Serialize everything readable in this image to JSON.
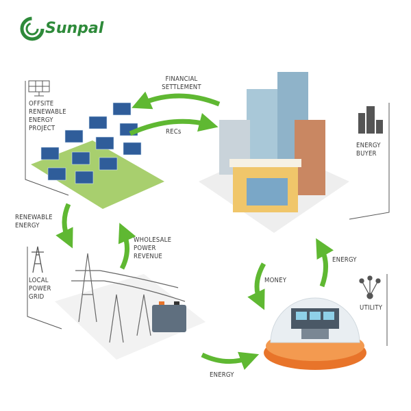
{
  "brand": {
    "name": "Sunpal",
    "color": "#2e8a3a"
  },
  "labels": {
    "financial_settlement": [
      "FINANCIAL",
      "SETTLEMENT"
    ],
    "recs": "RECs",
    "offsite": [
      "OFFSITE",
      "RENEWABLE",
      "ENERGY",
      "PROJECT"
    ],
    "energy_buyer": [
      "ENERGY",
      "BUYER"
    ],
    "renewable_energy": [
      "RENEWABLE",
      "ENERGY"
    ],
    "wholesale": [
      "WHOLESALE",
      "POWER",
      "REVENUE"
    ],
    "local_grid": [
      "LOCAL",
      "POWER",
      "GRID"
    ],
    "money": "MONEY",
    "energy_right": "ENERGY",
    "utility": "UTILITY",
    "energy_bottom": "ENERGY"
  },
  "colors": {
    "arrow": "#5fb832",
    "text": "#3a3a3a",
    "panel": "#2f5d9a",
    "grass": "#a8cf6e",
    "orange": "#e8742a"
  }
}
